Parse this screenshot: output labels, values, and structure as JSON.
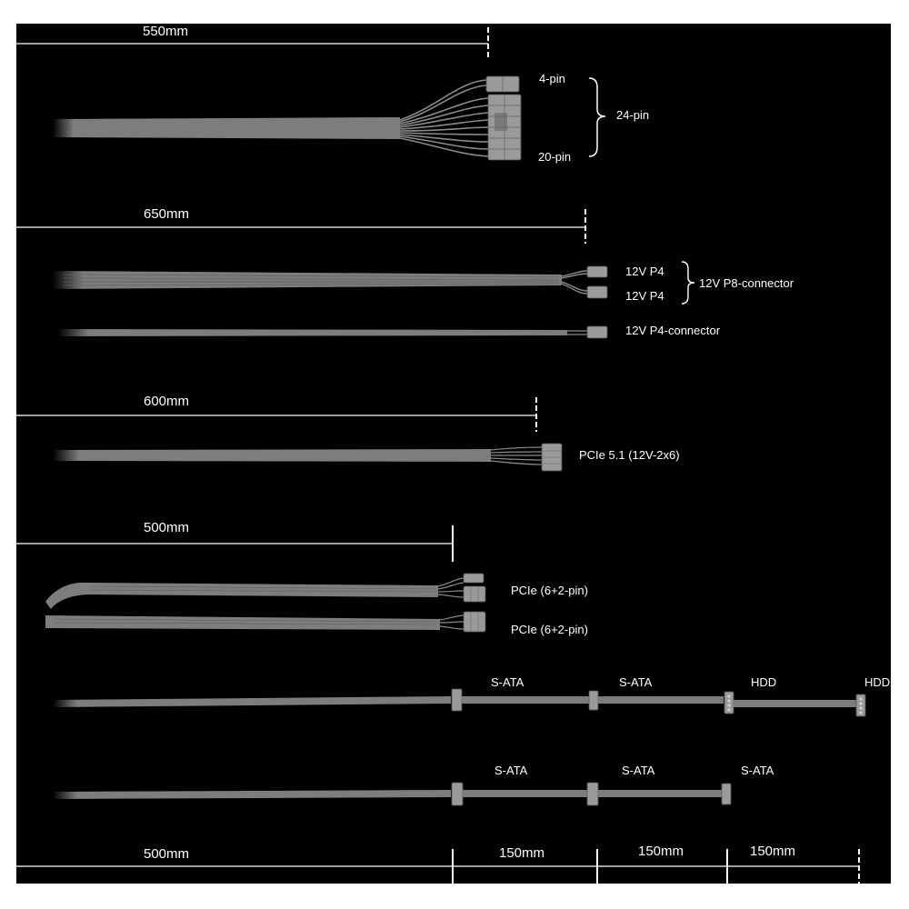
{
  "colors": {
    "background": "#000000",
    "cable": "#7d7d7d",
    "line": "#ffffff"
  },
  "cable_24pin": {
    "length": "550mm",
    "pin4": "4-pin",
    "pin20": "20-pin",
    "total": "24-pin"
  },
  "cable_cpu": {
    "length": "650mm",
    "p4_a": "12V P4",
    "p4_b": "12V P4",
    "p8": "12V P8-connector",
    "p4_single": "12V P4-connector"
  },
  "cable_pcie5": {
    "length": "600mm",
    "connector": "PCIe 5.1 (12V-2x6)"
  },
  "cable_pcie": {
    "length": "500mm",
    "connector_a": "PCIe (6+2-pin)",
    "connector_b": "PCIe (6+2-pin)"
  },
  "cable_sata1": {
    "conn1": "S-ATA",
    "conn2": "S-ATA",
    "conn3": "HDD",
    "conn4": "HDD"
  },
  "cable_sata2": {
    "conn1": "S-ATA",
    "conn2": "S-ATA",
    "conn3": "S-ATA"
  },
  "bottom_ruler": {
    "seg1": "500mm",
    "seg2": "150mm",
    "seg3": "150mm",
    "seg4": "150mm"
  }
}
